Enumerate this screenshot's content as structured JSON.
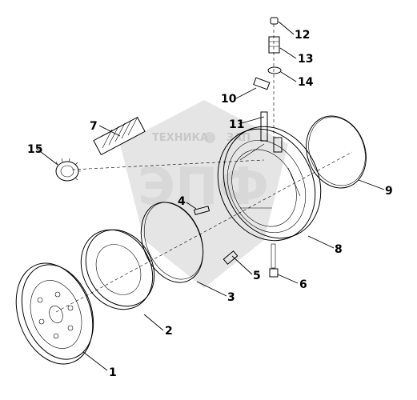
{
  "watermark": {
    "line1": "ТЕХНИКА",
    "line2": "ЗАП",
    "logo": "ЭПФ"
  },
  "callouts": [
    {
      "id": "1",
      "label": "1"
    },
    {
      "id": "2",
      "label": "2"
    },
    {
      "id": "3",
      "label": "3"
    },
    {
      "id": "4",
      "label": "4"
    },
    {
      "id": "5",
      "label": "5"
    },
    {
      "id": "6",
      "label": "6"
    },
    {
      "id": "7",
      "label": "7"
    },
    {
      "id": "8",
      "label": "8"
    },
    {
      "id": "9",
      "label": "9"
    },
    {
      "id": "10",
      "label": "10"
    },
    {
      "id": "11",
      "label": "11"
    },
    {
      "id": "12",
      "label": "12"
    },
    {
      "id": "13",
      "label": "13"
    },
    {
      "id": "14",
      "label": "14"
    },
    {
      "id": "15",
      "label": "15"
    }
  ]
}
